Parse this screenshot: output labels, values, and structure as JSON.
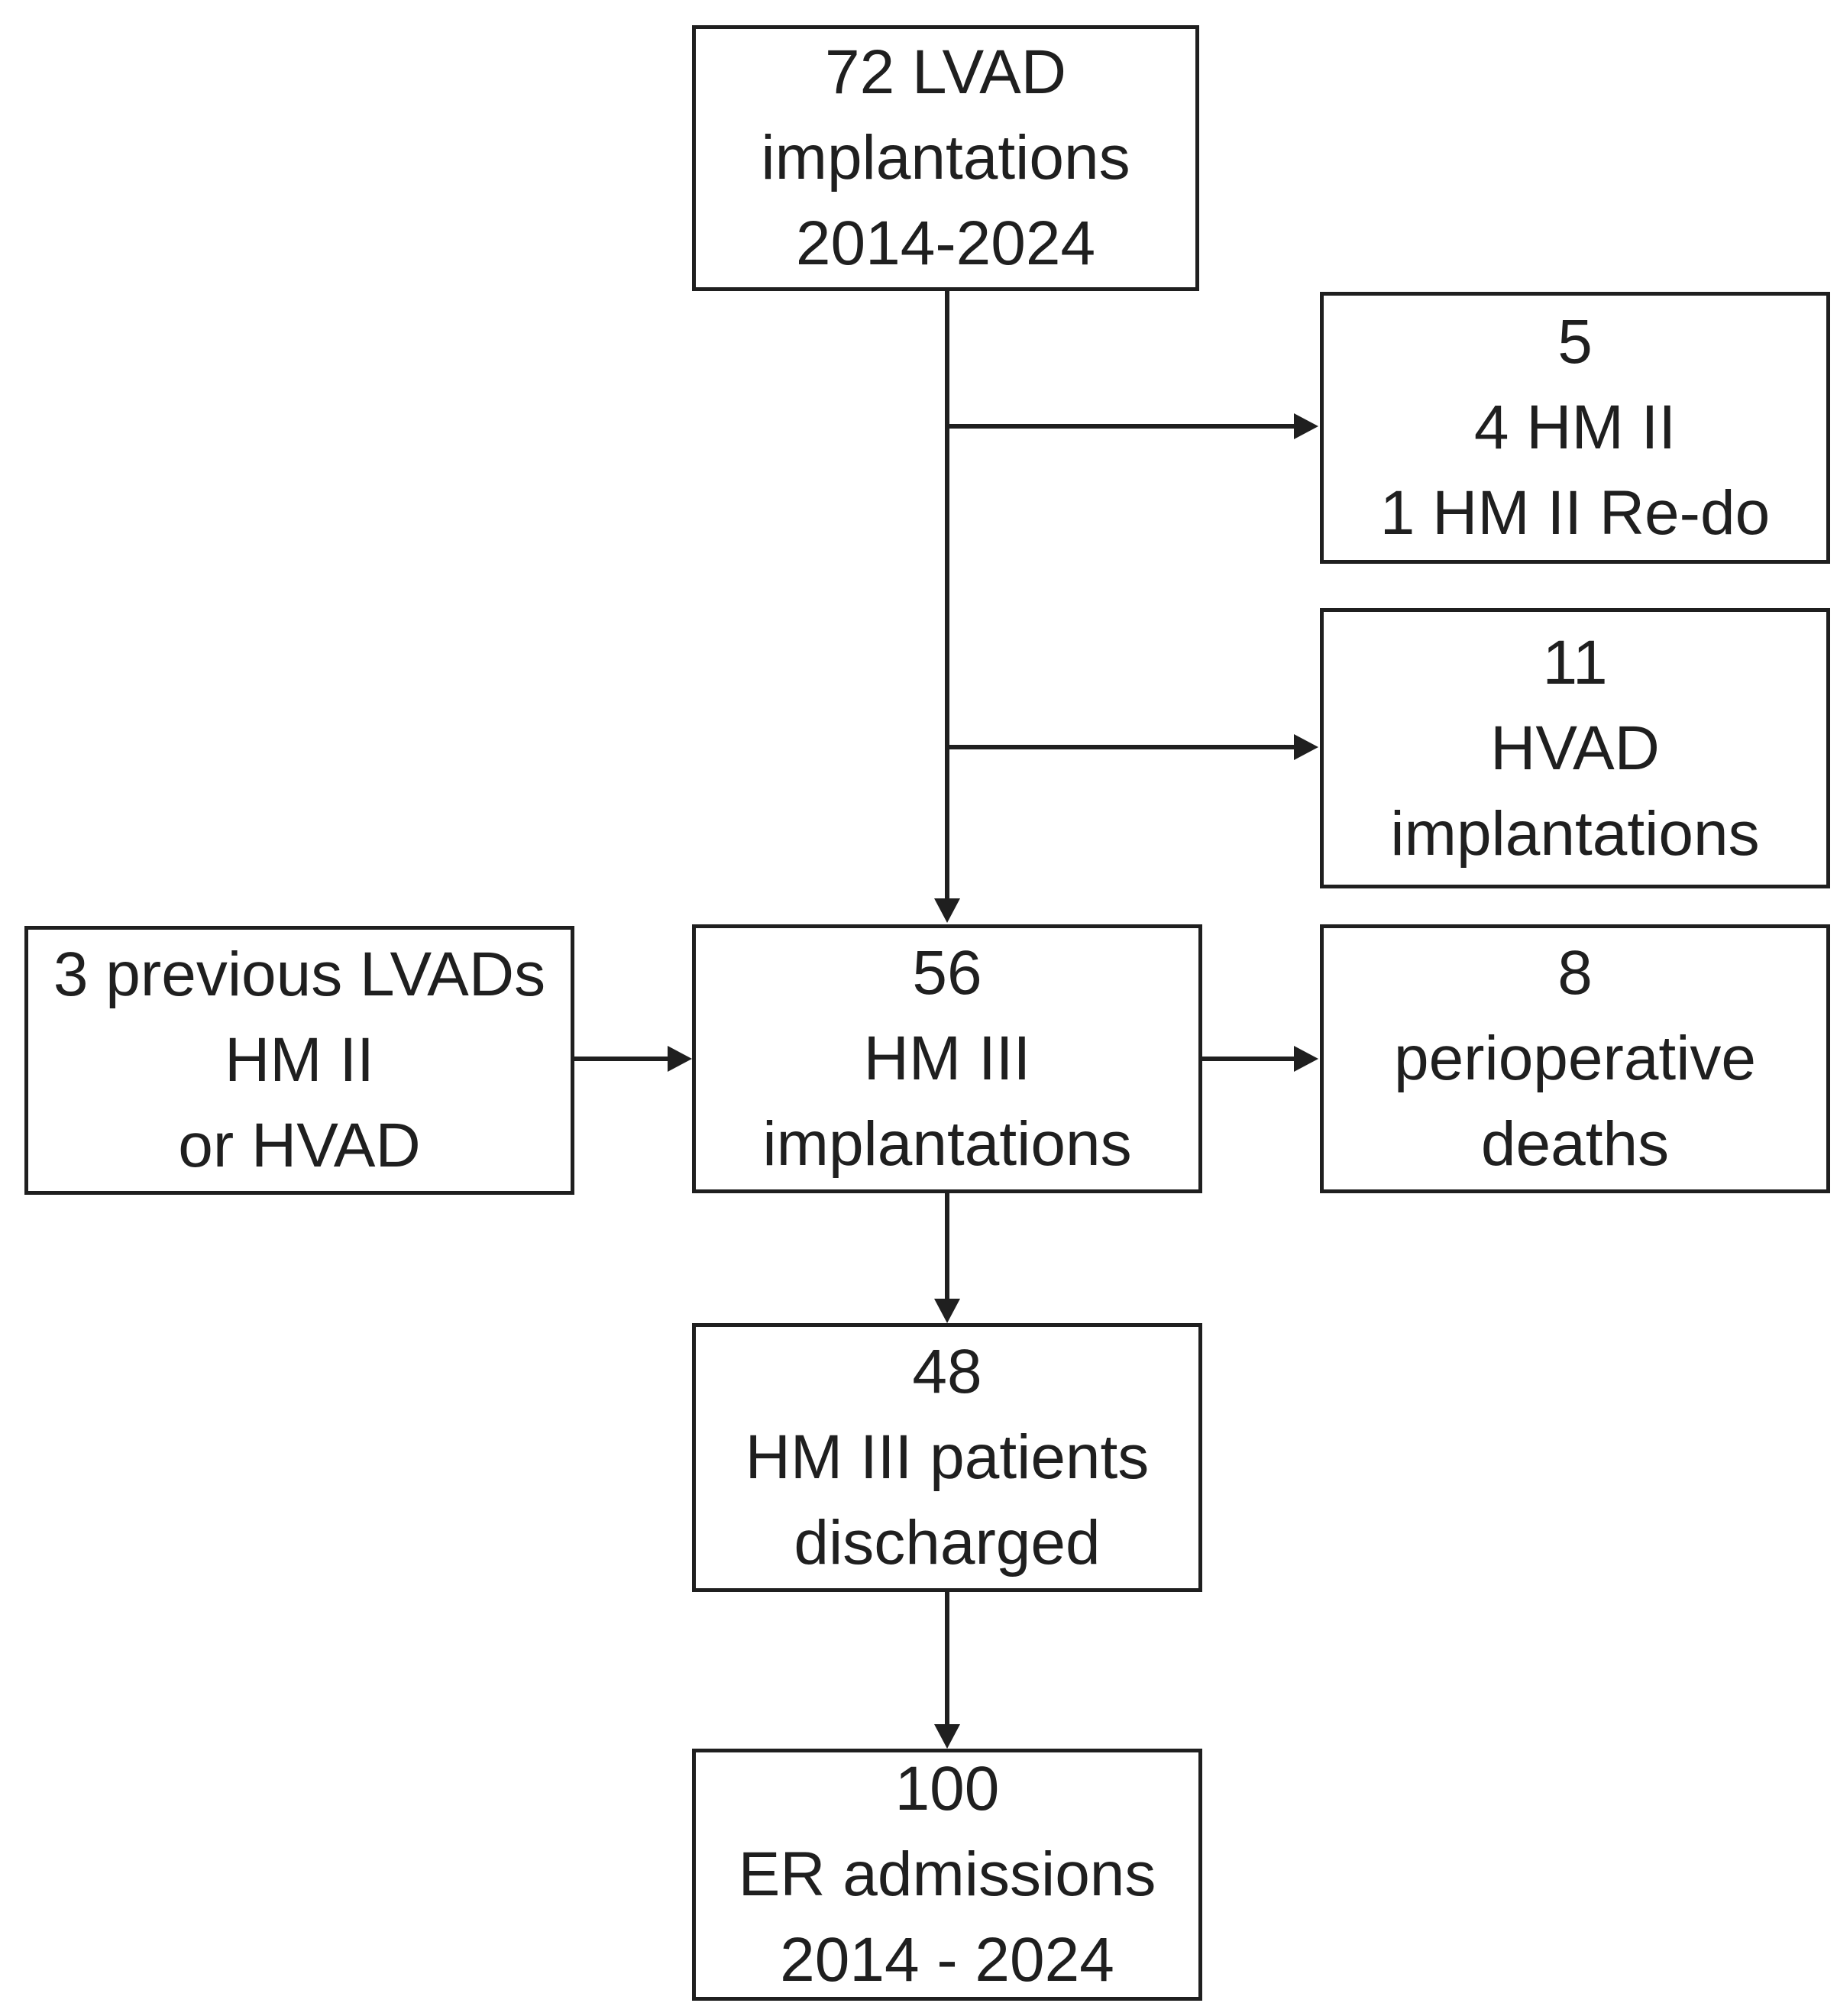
{
  "flowchart": {
    "colors": {
      "ink": "#1f1f1f",
      "background": "#ffffff"
    },
    "boxes": {
      "lvad_total": {
        "lines": [
          "72 LVAD",
          "implantations",
          "2014-2024"
        ]
      },
      "hm2_exclusions": {
        "lines": [
          "5",
          "4 HM II",
          "1 HM II Re-do"
        ]
      },
      "hvad_exclusions": {
        "lines": [
          "11",
          "HVAD",
          "implantations"
        ]
      },
      "previous_lvads": {
        "lines": [
          "3 previous LVADs",
          "HM II",
          "or HVAD"
        ]
      },
      "hm3_implants": {
        "lines": [
          "56",
          "HM III",
          "implantations"
        ]
      },
      "perioperative": {
        "lines": [
          "8",
          "perioperative",
          "deaths"
        ]
      },
      "discharged": {
        "lines": [
          "48",
          "HM III patients",
          "discharged"
        ]
      },
      "er_admissions": {
        "lines": [
          "100",
          "ER admissions",
          "2014 - 2024"
        ]
      }
    }
  }
}
